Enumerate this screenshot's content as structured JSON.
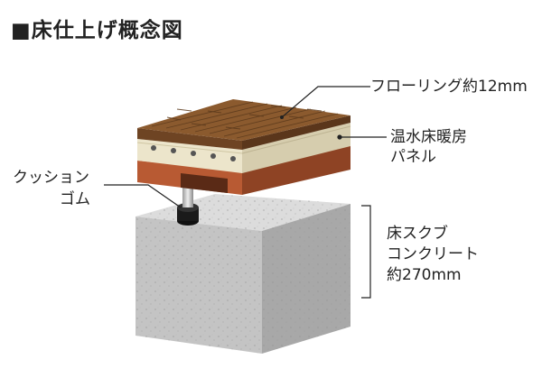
{
  "title": "■床仕上げ概念図",
  "labels": {
    "flooring": "フローリング約12mm",
    "heating_line1": "温水床暖房",
    "heating_line2": "パネル",
    "cushion_line1": "クッション",
    "cushion_line2": "ゴム",
    "slab_line1": "床スクブ",
    "slab_line2": "コンクリート",
    "slab_line3": "約270mm"
  },
  "colors": {
    "flooring_top": "#8a5a2e",
    "flooring_grain": "#5c3a1c",
    "panel": "#e9e2c8",
    "base_wood": "#a2502e",
    "concrete_top": "#d9d9d9",
    "concrete_front": "#c3c3c3",
    "concrete_side": "#a9a9a9",
    "leader": "#222222"
  }
}
